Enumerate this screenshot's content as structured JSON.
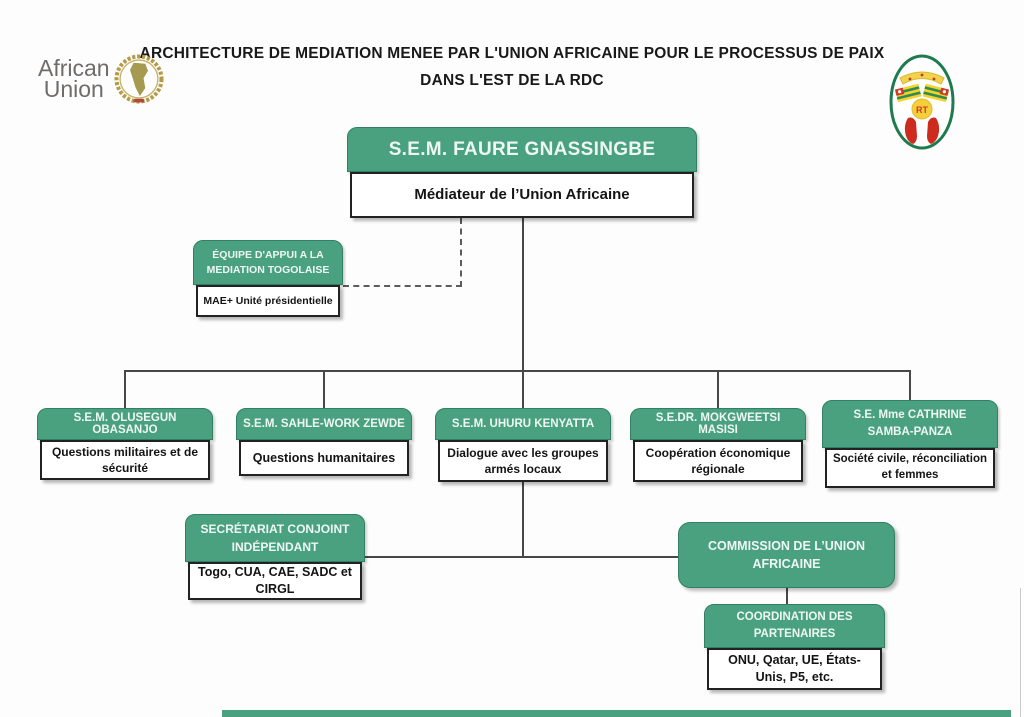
{
  "title": {
    "line1": "ARCHITECTURE DE MEDIATION MENEE PAR L'UNION AFRICAINE POUR LE PROCESSUS DE PAIX",
    "line2": "DANS L'EST DE LA RDC"
  },
  "logos": {
    "au": {
      "line1": "African",
      "line2": "Union"
    },
    "togo": {
      "monogram": "RT"
    }
  },
  "colors": {
    "box_green": "#4aa180",
    "box_text": "#eef7f1",
    "body_border": "#222222",
    "connector": "#474747"
  },
  "org": {
    "mediator": {
      "name": "S.E.M. FAURE GNASSINGBE",
      "role": "Médiateur de l’Union Africaine"
    },
    "support_team": {
      "name": "ÉQUIPE D'APPUI A LA MEDIATION TOGOLAISE",
      "role": "MAE+ Unité présidentielle"
    },
    "envoys": [
      {
        "name": "S.E.M. OLUSEGUN OBASANJO",
        "role": "Questions militaires et de sécurité"
      },
      {
        "name": "S.E.M. SAHLE-WORK ZEWDE",
        "role": "Questions humanitaires"
      },
      {
        "name": "S.E.M. UHURU KENYATTA",
        "role": "Dialogue avec les groupes armés locaux"
      },
      {
        "name": "S.E.DR. MOKGWEETSI MASISI",
        "role": "Coopération économique régionale"
      },
      {
        "name": "S.E. Mme CATHRINE SAMBA-PANZA",
        "role": "Société civile, réconciliation et femmes"
      }
    ],
    "secretariat": {
      "name": "SECRÉTARIAT CONJOINT INDÉPENDANT",
      "role": "Togo, CUA, CAE, SADC et CIRGL"
    },
    "commission": {
      "name": "COMMISSION DE L’UNION AFRICAINE"
    },
    "partners": {
      "name": "COORDINATION DES PARTENAIRES",
      "role": "ONU, Qatar, UE, États-Unis, P5, etc."
    }
  }
}
